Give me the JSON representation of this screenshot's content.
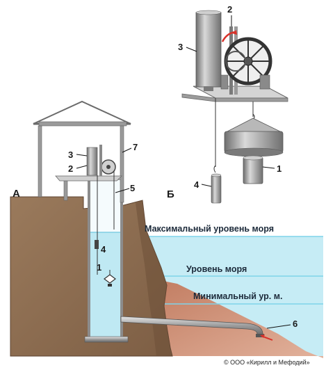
{
  "section_labels": {
    "a": "А",
    "b": "Б"
  },
  "part_numbers": {
    "n1": "1",
    "n2": "2",
    "n3": "3",
    "n4": "4",
    "n5": "5",
    "n6": "6",
    "n7": "7"
  },
  "water_levels": {
    "max": "Максимальный уровень моря",
    "mean": "Уровень моря",
    "min": "Минимальный ур. м."
  },
  "copyright": "© ООО «Кирилл и Мефодий»",
  "colors": {
    "soil": "#8a6a4e",
    "soil_shade": "#6e5039",
    "water": "#bfe9f3",
    "water_line": "#7fd3ea",
    "sea_bottom": "#c98a6e",
    "metal": "#9a9a9a",
    "metal_dark": "#5a5a5a"
  }
}
